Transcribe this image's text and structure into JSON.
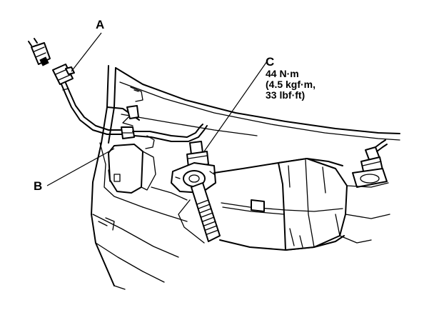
{
  "callouts": {
    "a": "A",
    "b": "B",
    "c": "C"
  },
  "torque_spec": {
    "line1": "44 N·m",
    "line2": "(4.5 kgf·m,",
    "line3": "33 lbf·ft)"
  }
}
